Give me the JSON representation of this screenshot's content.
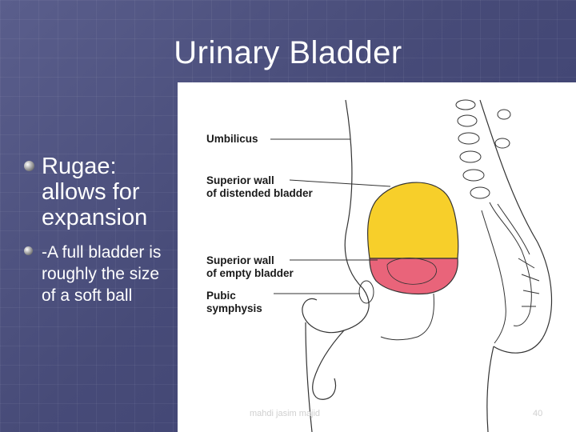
{
  "slide": {
    "title": "Urinary Bladder",
    "bullets": [
      "Rugae: allows for expansion",
      "-A full bladder is roughly the size of a soft ball"
    ]
  },
  "figure": {
    "labels": {
      "umbilicus": "Umbilicus",
      "superior_wall_distended_1": "Superior wall",
      "superior_wall_distended_2": "of distended bladder",
      "superior_wall_empty_1": "Superior wall",
      "superior_wall_empty_2": "of empty bladder",
      "pubic_1": "Pubic",
      "pubic_2": "symphysis"
    },
    "colors": {
      "distended_bladder": "#f7cf2a",
      "empty_bladder": "#e9647a"
    }
  },
  "footer": {
    "author": "mahdi jasim majid",
    "page_number": "40"
  }
}
